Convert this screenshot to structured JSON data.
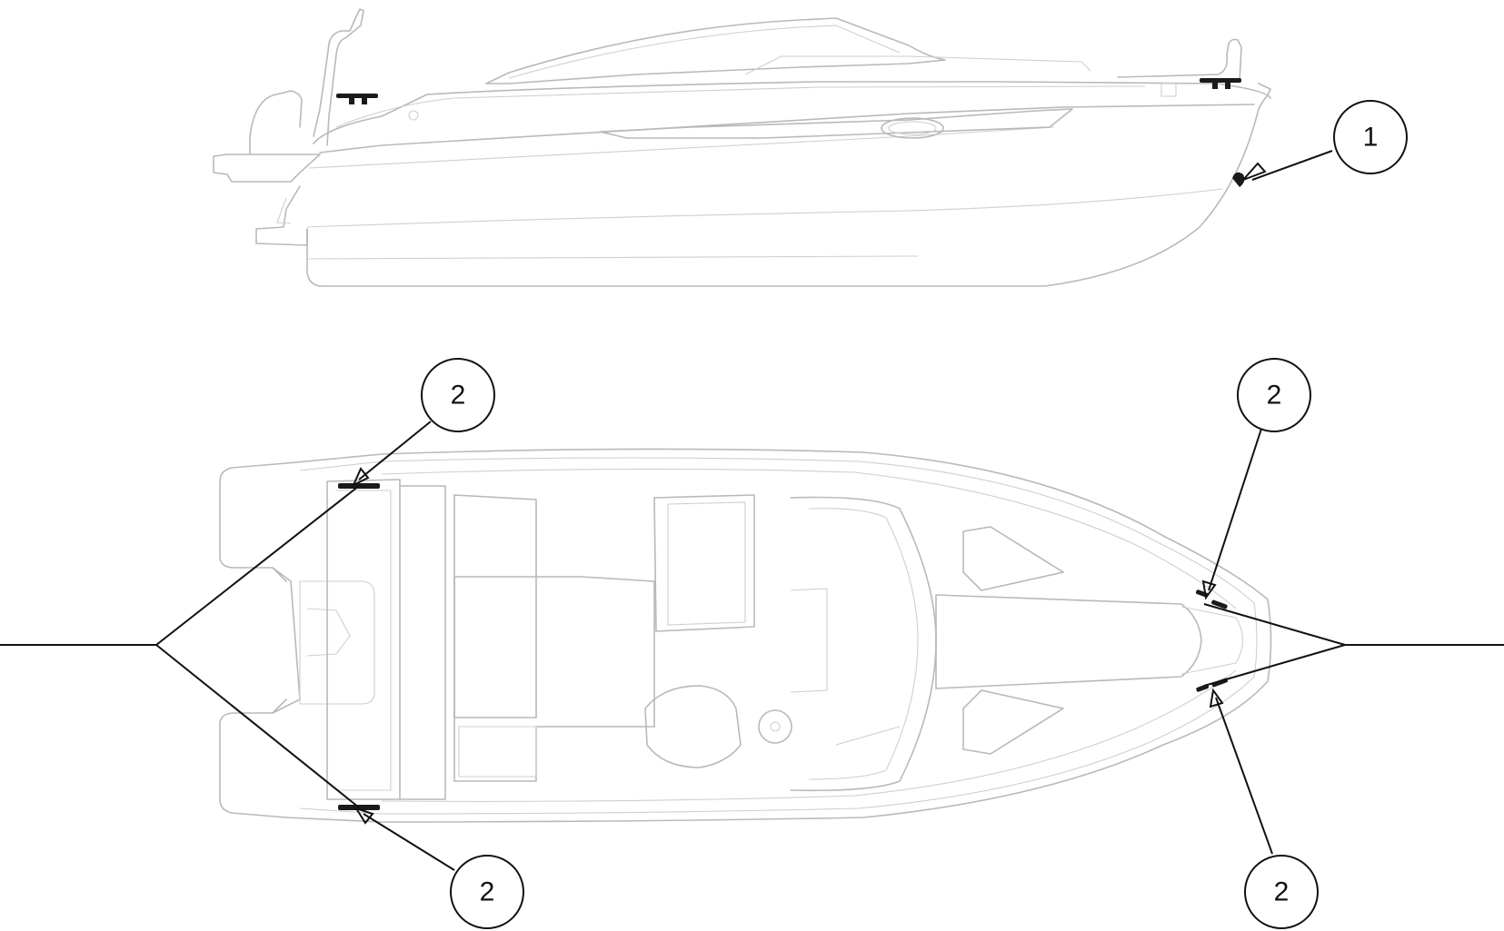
{
  "callouts": {
    "bow_eye": "1",
    "cleat_aft_port": "2",
    "cleat_aft_starboard": "2",
    "cleat_bow_port": "2",
    "cleat_bow_starboard": "2"
  },
  "colors": {
    "line_art": "#b9b9b9",
    "leader": "#111111",
    "background": "#ffffff"
  },
  "icons": {
    "cleat": "cleat-icon",
    "bow_eye": "bow-eye-icon"
  }
}
